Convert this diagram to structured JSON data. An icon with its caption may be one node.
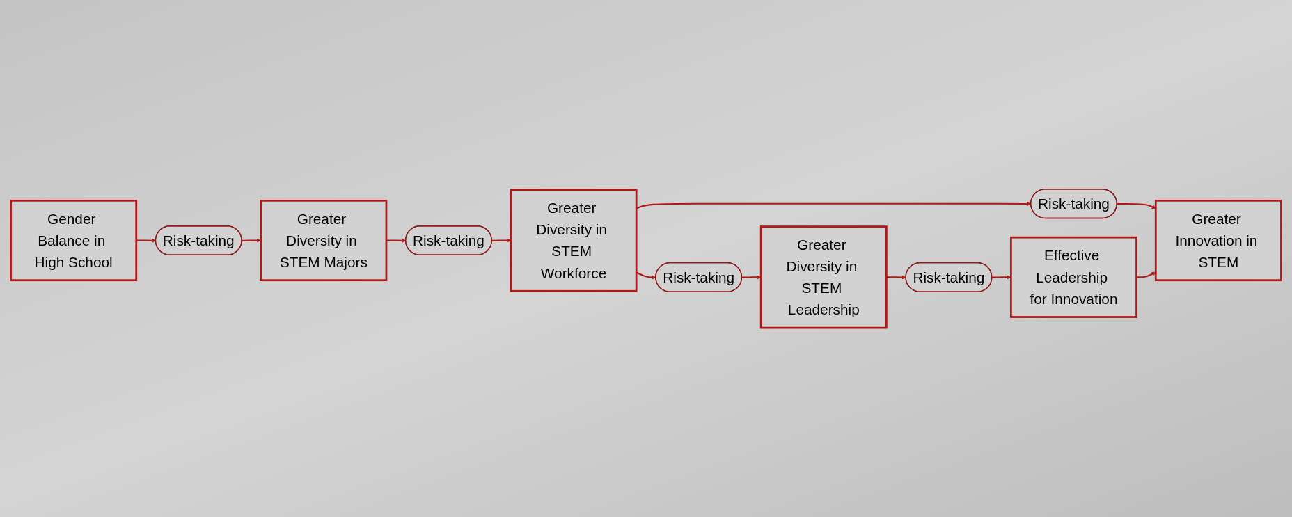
{
  "diagram": {
    "nodes": [
      {
        "text": [
          "Gender Balance in High School"
        ]
      },
      {
        "text": [
          "Risk-taking"
        ]
      },
      {
        "text": [
          "Greater Diversity in STEM Majors"
        ]
      },
      {
        "text": [
          "Risk-taking"
        ]
      },
      {
        "text": [
          "Greater Diversity in STEM Workforce"
        ]
      },
      {
        "text": [
          "Risk-taking"
        ]
      },
      {
        "text": [
          "Greater Diversity in STEM Leadership"
        ]
      },
      {
        "text": [
          "Risk-taking"
        ]
      },
      {
        "text": [
          "Risk-taking"
        ]
      },
      {
        "text": [
          "Greater Innovation in STEM"
        ]
      },
      {
        "text": [
          "Effective Leadership for Innovation"
        ]
      }
    ],
    "edges": [
      {
        "from": 0,
        "to": 1,
        "arrow": "to"
      },
      {
        "from": 1,
        "to": 2,
        "arrow": "to"
      },
      {
        "from": 2,
        "to": 3,
        "arrow": "to"
      },
      {
        "from": 3,
        "to": 4,
        "arrow": "to"
      },
      {
        "from": 4,
        "to": 5,
        "arrow": "to"
      },
      {
        "from": 5,
        "to": 6,
        "arrow": "to"
      },
      {
        "from": 4,
        "to": 7,
        "arrow": "to"
      },
      {
        "from": 7,
        "to": 9,
        "arrow": "to"
      },
      {
        "from": 6,
        "to": 8,
        "arrow": "to"
      },
      {
        "from": 8,
        "to": 10,
        "arrow": "to"
      },
      {
        "from": 10,
        "to": 9,
        "arrow": "to"
      }
    ]
  }
}
